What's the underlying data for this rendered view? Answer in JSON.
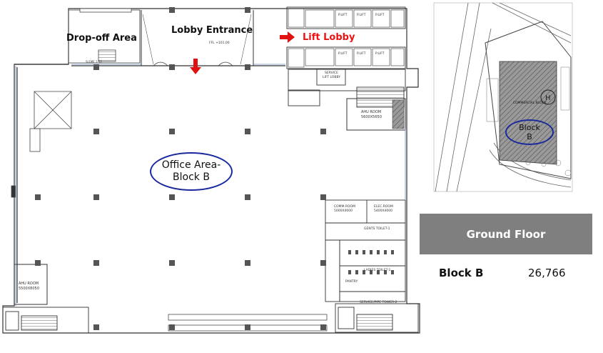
{
  "labels": {
    "dropoff": "Drop-off Area",
    "lobby_entrance": "Lobby Entrance",
    "lift_lobby": "Lift Lobby",
    "office_area": [
      "Office Area-",
      "Block B"
    ]
  },
  "site_plan": {
    "block_label": [
      "Block",
      "B"
    ]
  },
  "summary": {
    "floor": "Ground Floor",
    "block_name": "Block B",
    "area": "26,766"
  },
  "plan_text": {
    "ahu_room_1": "AHU ROOM",
    "ahu_room_1_size": "5600X5650",
    "ahu_room_2": "AHU ROOM",
    "ahu_room_2_size": "5500X8050",
    "comm_room": "COMM.ROOM",
    "comm_room_size": "5000X4000",
    "elec_room": "ELEC.ROOM",
    "elec_room_size": "5400X4000",
    "service_lift": "SERVICE LIFT LOBBY",
    "gents_toilet": "GENTS TOILET-1",
    "ladies_toilet": "LADIES TOILET-1",
    "pantry": "PANTRY",
    "service_tower": "SERVICE/PIPE TOWER-2",
    "lift": "P.LIFT",
    "commercial_block": "COMMERCIAL BLOCK"
  },
  "colors": {
    "line": "#333333",
    "column": "#555555",
    "accent_red": "#e11111",
    "oval_blue": "#1a2a9c",
    "hatch": "#8a8a8a",
    "header_gray": "#7f7f7f"
  }
}
